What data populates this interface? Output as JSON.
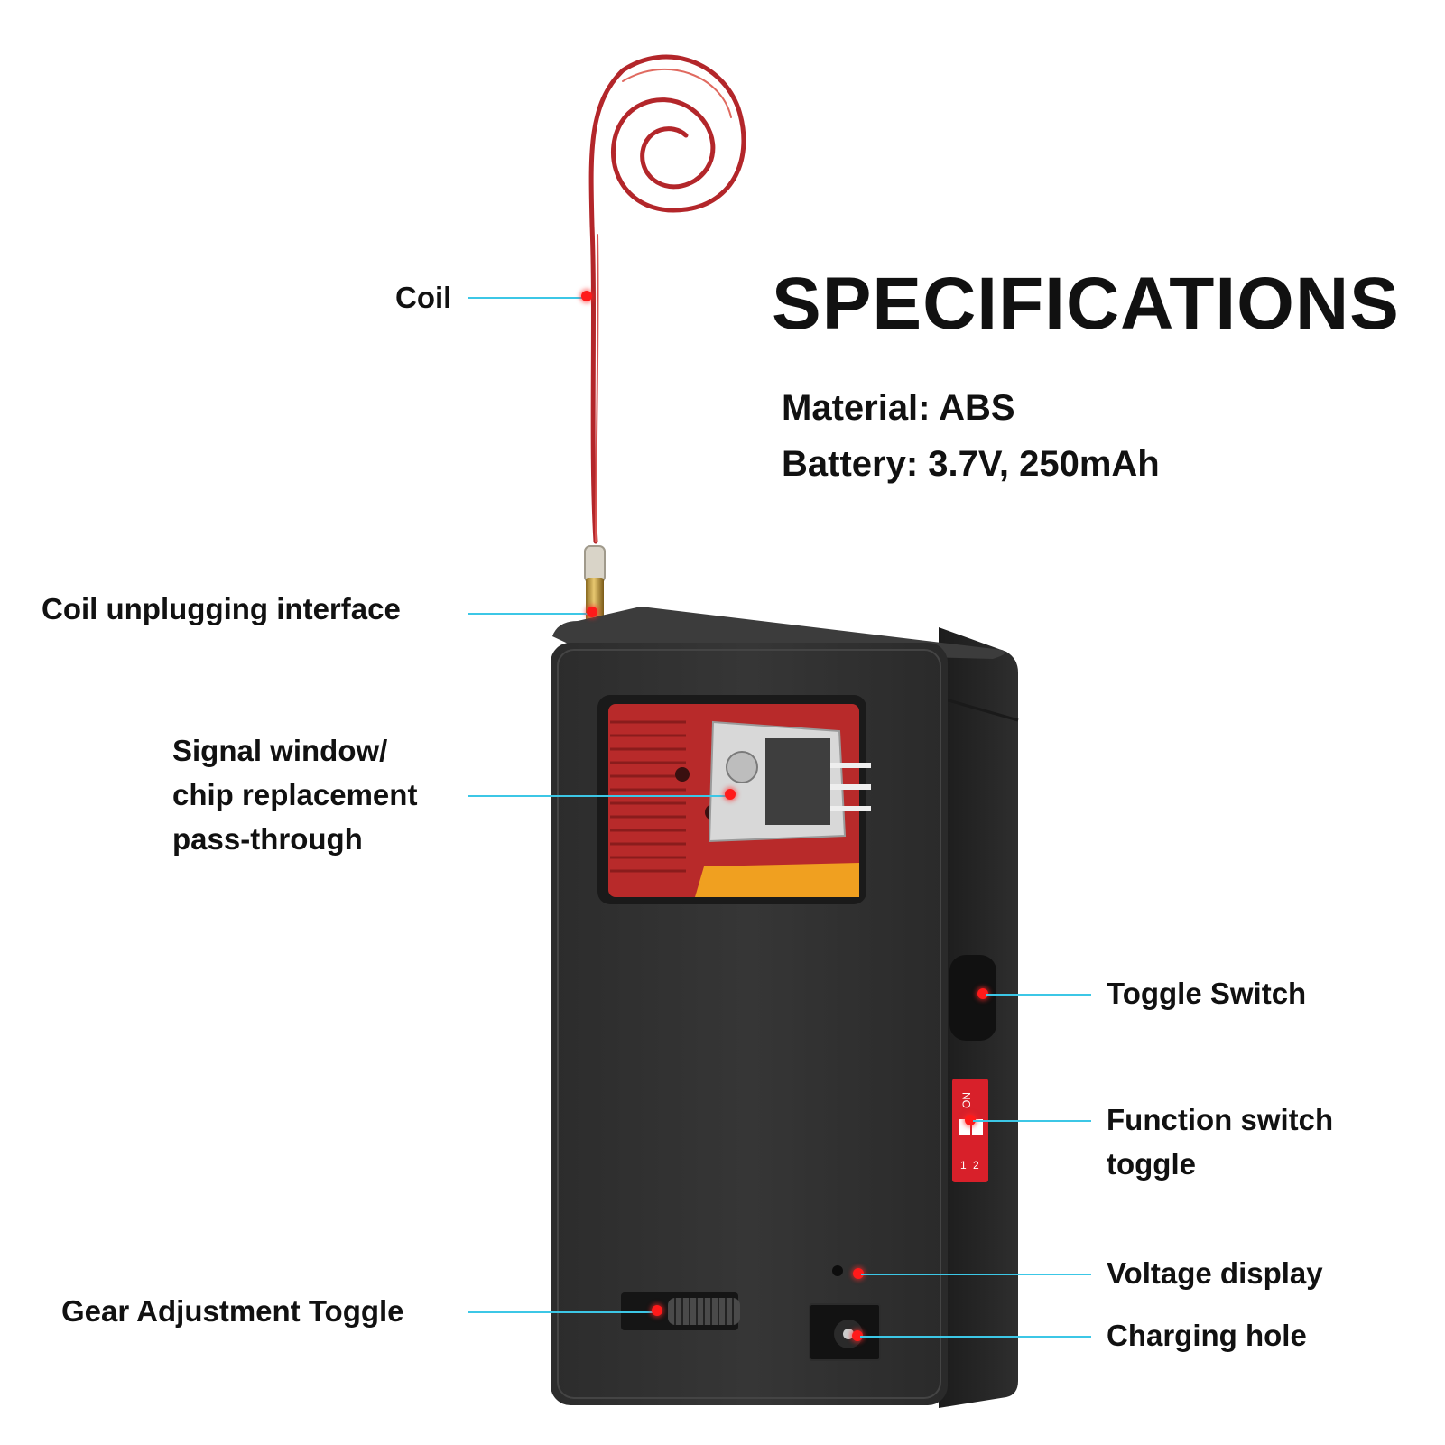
{
  "specs": {
    "title": "SPECIFICATIONS",
    "material": "Material: ABS",
    "battery": "Battery: 3.7V, 250mAh"
  },
  "callouts": {
    "coil": "Coil",
    "coil_interface": "Coil unplugging interface",
    "signal_window": [
      "Signal window/",
      "chip replacement",
      "pass-through"
    ],
    "gear_toggle": "Gear Adjustment Toggle",
    "toggle_switch": "Toggle Switch",
    "function_switch": [
      "Function switch",
      "toggle"
    ],
    "voltage_display": "Voltage display",
    "charging_hole": "Charging hole"
  },
  "dip_switch": {
    "on_label": "ON",
    "pin1": "1",
    "pin2": "2"
  },
  "colors": {
    "leader_line": "#3cc7e6",
    "marker_dot": "#ff1a1a",
    "device_body": "#2b2b2b",
    "coil_wire": "#b3262a",
    "dip_switch": "#d8202a"
  }
}
